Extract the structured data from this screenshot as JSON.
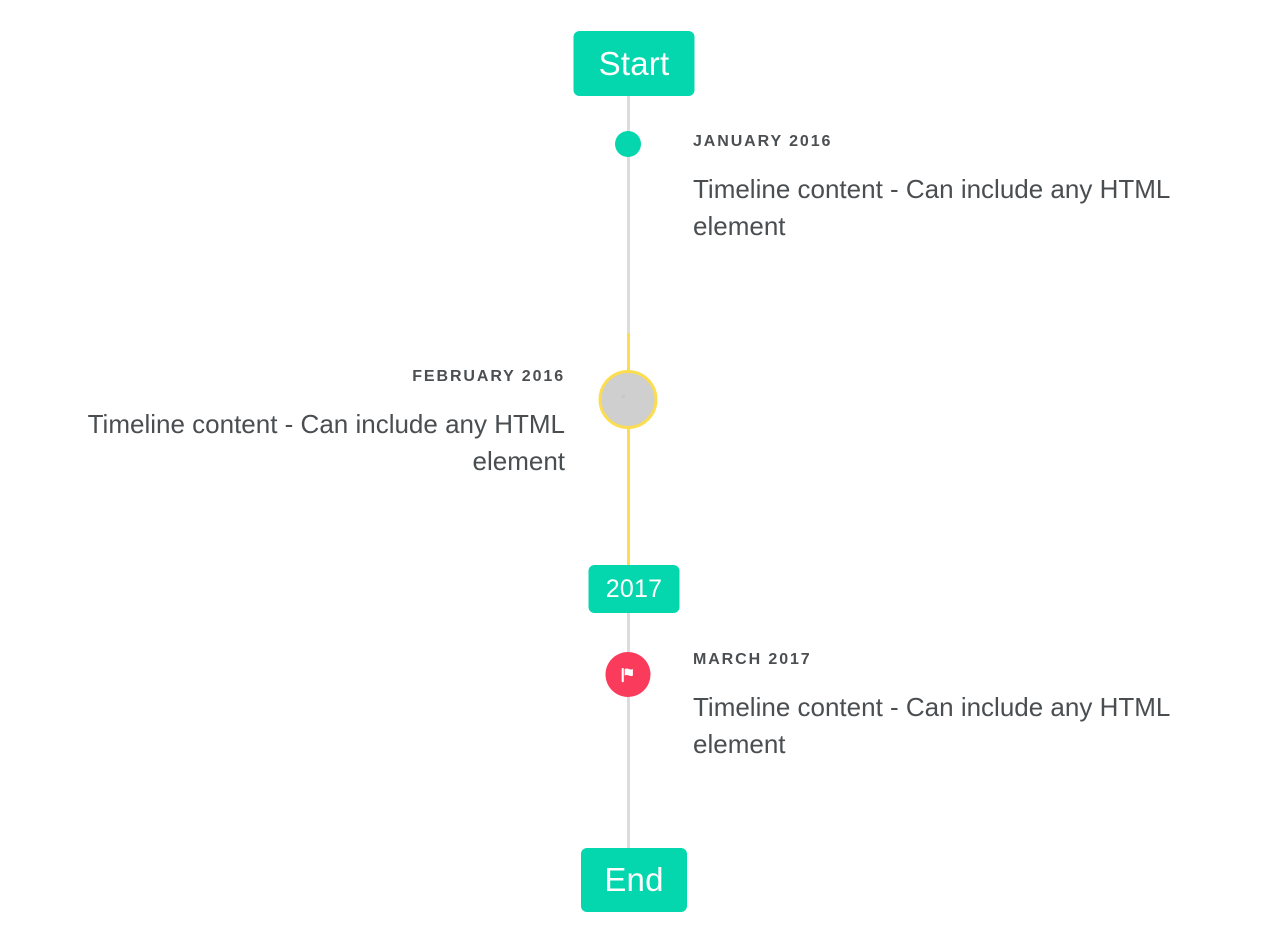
{
  "timeline": {
    "start_cap": {
      "label": "Start"
    },
    "year_cap": {
      "label": "2017"
    },
    "end_cap": {
      "label": "End"
    },
    "entries": [
      {
        "date": "JANUARY 2016",
        "content": "Timeline content - Can include any HTML element",
        "side": "right",
        "marker": "dot-icon",
        "marker_color": "#05d6ae"
      },
      {
        "date": "FEBRUARY 2016",
        "content": "Timeline content - Can include any HTML element",
        "side": "left",
        "marker": "missing-glyph-icon",
        "marker_color": "#cfcfcf",
        "marker_ring_color": "#fcdd4f"
      },
      {
        "date": "MARCH 2017",
        "content": "Timeline content - Can include any HTML element",
        "side": "right",
        "marker": "flag-icon",
        "marker_color": "#fb3b5c"
      }
    ],
    "colors": {
      "accent_green": "#04d6ae",
      "accent_yellow": "#fcdd4f",
      "accent_pink": "#fb3b5c",
      "line_gray": "#dcdcdc",
      "text_gray": "#4a4e51",
      "background": "#ffffff"
    }
  }
}
